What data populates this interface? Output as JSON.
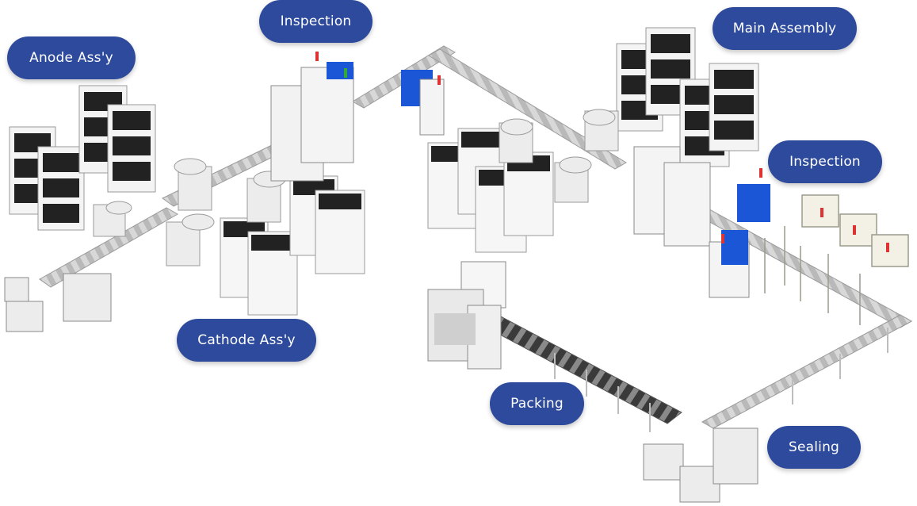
{
  "colors": {
    "label_bg": "#2e4a9c",
    "label_text": "#ffffff",
    "accent_blue": "#1a56d6",
    "machine_light": "#f2f2f2",
    "machine_dark": "#222222",
    "conveyor": "#cfcfcf"
  },
  "labels": {
    "anode": "Anode Ass'y",
    "inspection_top": "Inspection",
    "main_assembly": "Main Assembly",
    "inspection_right": "Inspection",
    "cathode": "Cathode Ass'y",
    "packing": "Packing",
    "sealing": "Sealing"
  }
}
